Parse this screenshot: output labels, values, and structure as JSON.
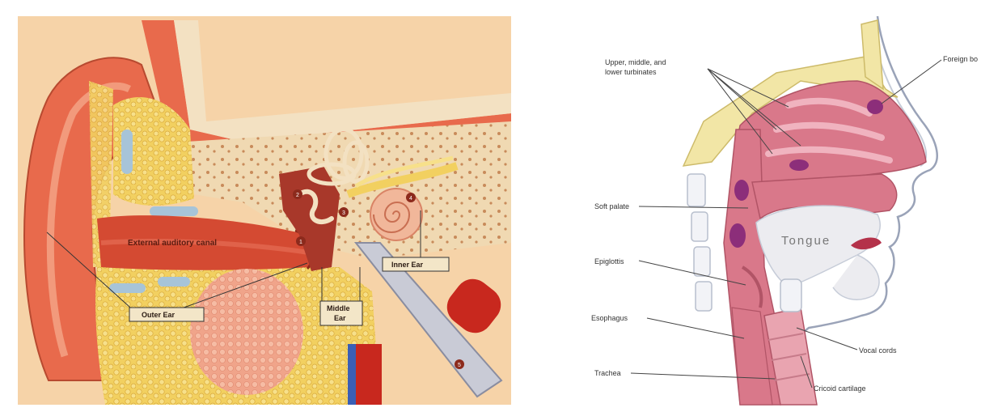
{
  "ear": {
    "canal_label": "External auditory canal",
    "outer_ear_label": "Outer Ear",
    "middle_ear_label_line1": "Middle",
    "middle_ear_label_line2": "Ear",
    "inner_ear_label": "Inner Ear",
    "numbers": [
      "1",
      "2",
      "3",
      "4",
      "5"
    ]
  },
  "airway": {
    "labels": {
      "turbinates_line1": "Upper, middle, and",
      "turbinates_line2": "lower turbinates",
      "foreign_body": "Foreign bo",
      "soft_palate": "Soft palate",
      "epiglottis": "Epiglottis",
      "esophagus": "Esophagus",
      "trachea": "Trachea",
      "tongue": "Tongue",
      "vocal_cords": "Vocal cords",
      "cricoid_cartilage": "Cricoid cartilage"
    }
  },
  "colors": {
    "ear_background": "#f6d3a8",
    "skin": "#e86a4c",
    "fat": "#f2d060",
    "bone": "#f3e1c2",
    "tissue": "#d9788a",
    "foreign_body": "#8c2e7a",
    "vessel_red": "#c8281e",
    "vessel_blue": "#3a5fb5"
  }
}
